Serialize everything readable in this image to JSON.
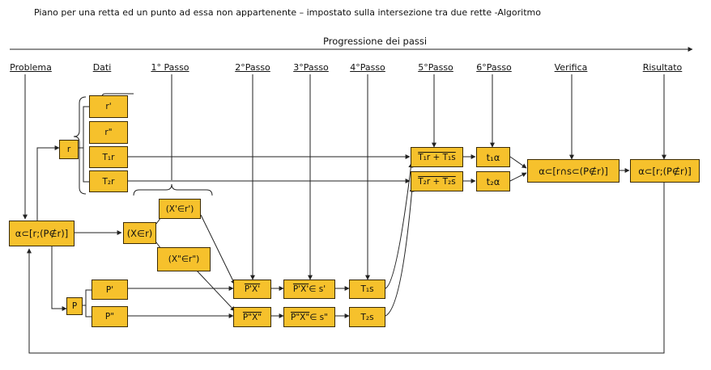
{
  "title": "Piano per una retta ed un punto ad essa non appartenente – impostato sulla intersezione tra due rette -Algoritmo",
  "progression_label": "Progressione dei passi",
  "headers": {
    "problema": "Problema",
    "dati": "Dati",
    "passo1": "1° Passo",
    "passo2": "2°Passo",
    "passo3": "3°Passo",
    "passo4": "4°Passo",
    "passo5": "5°Passo",
    "passo6": "6°Passo",
    "verifica": "Verifica",
    "risultato": "Risultato"
  },
  "boxes": {
    "problem": "α⊂[r;(P∉r)]",
    "r": "r",
    "p": "P",
    "r1": "r'",
    "r2": "r\"",
    "t1r": "T₁r",
    "t2r": "T₂r",
    "x_in_r": "(X∈r)",
    "x1_in_r1": "(X'∈r')",
    "x2_in_r2": "(X\"∈r\")",
    "p1": "P'",
    "p2": "P\"",
    "step2a": "P'X'",
    "step2b": "P\"X\"",
    "step3a_line": "P'X'",
    "step3a_rest": " ∈ s'",
    "step3b_line": "P\"X\"",
    "step3b_rest": "∈ s\"",
    "t1s": "T₁s",
    "t2s": "T₂s",
    "step5a": "T₁r + T₁s",
    "step5b": "T₂r + T₂s",
    "t1a": "t₁α",
    "t2a": "t₂α",
    "verify": "α⊂[r∩s⊂(P∉r)]",
    "result": "α⊂[r;(P∉r)]"
  },
  "colors": {
    "box_fill": "#f6c12c",
    "box_border": "#3a2a05",
    "line": "#222222"
  }
}
